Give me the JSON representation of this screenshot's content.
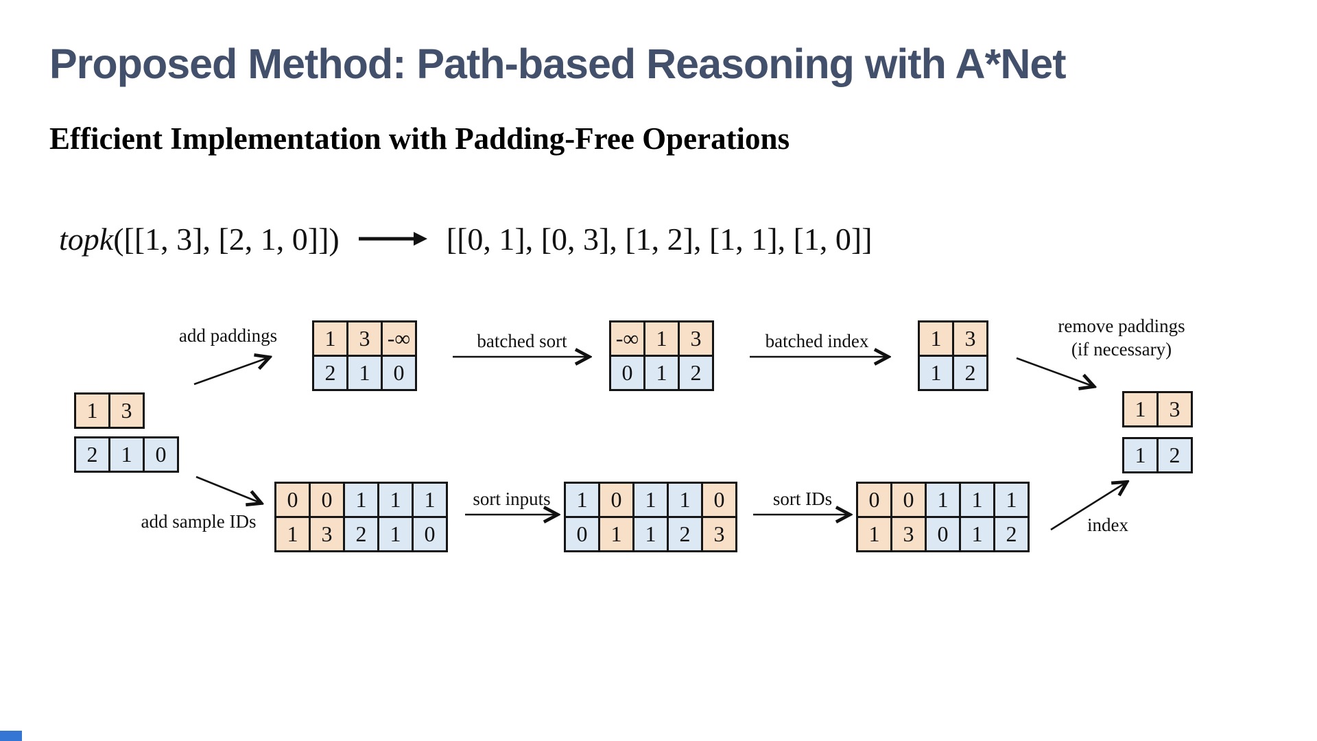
{
  "slide": {
    "title": "Proposed Method: Path-based Reasoning with A*Net",
    "subtitle": "Efficient Implementation with Padding-Free Operations"
  },
  "formula": {
    "func": "topk",
    "args": "([[1, 3], [2, 1, 0]])",
    "result": "[[0, 1], [0, 3], [1, 2], [1, 1], [1, 0]]"
  },
  "labels": {
    "add_paddings": "add paddings",
    "batched_sort": "batched sort",
    "batched_index": "batched index",
    "remove_paddings_line1": "remove paddings",
    "remove_paddings_line2": "(if necessary)",
    "add_sample_ids": "add sample IDs",
    "sort_inputs": "sort inputs",
    "sort_ids": "sort IDs",
    "index": "index"
  },
  "colors": {
    "title": "#42506b",
    "cell_peach": "#f7dfc8",
    "cell_blue": "#dce8f3",
    "accent_bar": "#3575d4",
    "arrow": "#111111"
  },
  "matrices": {
    "input_top": {
      "rows": [
        [
          {
            "v": "1",
            "c": "p"
          },
          {
            "v": "3",
            "c": "p"
          }
        ]
      ]
    },
    "input_bottom": {
      "rows": [
        [
          {
            "v": "2",
            "c": "b"
          },
          {
            "v": "1",
            "c": "b"
          },
          {
            "v": "0",
            "c": "b"
          }
        ]
      ]
    },
    "padded": {
      "rows": [
        [
          {
            "v": "1",
            "c": "p"
          },
          {
            "v": "3",
            "c": "p"
          },
          {
            "v": "-∞",
            "c": "p"
          }
        ],
        [
          {
            "v": "2",
            "c": "b"
          },
          {
            "v": "1",
            "c": "b"
          },
          {
            "v": "0",
            "c": "b"
          }
        ]
      ]
    },
    "batched_sorted": {
      "rows": [
        [
          {
            "v": "-∞",
            "c": "p"
          },
          {
            "v": "1",
            "c": "p"
          },
          {
            "v": "3",
            "c": "p"
          }
        ],
        [
          {
            "v": "0",
            "c": "b"
          },
          {
            "v": "1",
            "c": "b"
          },
          {
            "v": "2",
            "c": "b"
          }
        ]
      ]
    },
    "batched_indexed": {
      "rows": [
        [
          {
            "v": "1",
            "c": "p"
          },
          {
            "v": "3",
            "c": "p"
          }
        ],
        [
          {
            "v": "1",
            "c": "b"
          },
          {
            "v": "2",
            "c": "b"
          }
        ]
      ]
    },
    "output_top": {
      "rows": [
        [
          {
            "v": "1",
            "c": "p"
          },
          {
            "v": "3",
            "c": "p"
          }
        ]
      ]
    },
    "output_bottom": {
      "rows": [
        [
          {
            "v": "1",
            "c": "b"
          },
          {
            "v": "2",
            "c": "b"
          }
        ]
      ]
    },
    "with_sample_ids": {
      "rows": [
        [
          {
            "v": "0",
            "c": "p"
          },
          {
            "v": "0",
            "c": "p"
          },
          {
            "v": "1",
            "c": "b"
          },
          {
            "v": "1",
            "c": "b"
          },
          {
            "v": "1",
            "c": "b"
          }
        ],
        [
          {
            "v": "1",
            "c": "p"
          },
          {
            "v": "3",
            "c": "p"
          },
          {
            "v": "2",
            "c": "b"
          },
          {
            "v": "1",
            "c": "b"
          },
          {
            "v": "0",
            "c": "b"
          }
        ]
      ]
    },
    "sorted_inputs": {
      "rows": [
        [
          {
            "v": "1",
            "c": "b"
          },
          {
            "v": "0",
            "c": "p"
          },
          {
            "v": "1",
            "c": "b"
          },
          {
            "v": "1",
            "c": "b"
          },
          {
            "v": "0",
            "c": "p"
          }
        ],
        [
          {
            "v": "0",
            "c": "b"
          },
          {
            "v": "1",
            "c": "p"
          },
          {
            "v": "1",
            "c": "b"
          },
          {
            "v": "2",
            "c": "b"
          },
          {
            "v": "3",
            "c": "p"
          }
        ]
      ]
    },
    "sorted_ids": {
      "rows": [
        [
          {
            "v": "0",
            "c": "p"
          },
          {
            "v": "0",
            "c": "p"
          },
          {
            "v": "1",
            "c": "b"
          },
          {
            "v": "1",
            "c": "b"
          },
          {
            "v": "1",
            "c": "b"
          }
        ],
        [
          {
            "v": "1",
            "c": "p"
          },
          {
            "v": "3",
            "c": "p"
          },
          {
            "v": "0",
            "c": "b"
          },
          {
            "v": "1",
            "c": "b"
          },
          {
            "v": "2",
            "c": "b"
          }
        ]
      ]
    }
  }
}
